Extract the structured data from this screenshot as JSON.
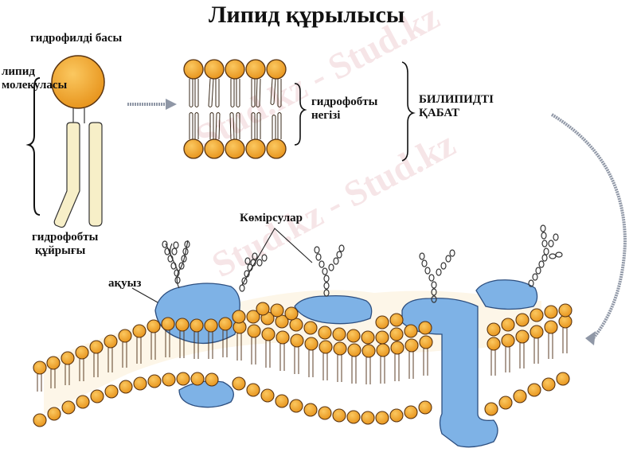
{
  "title": "Липид құрылысы",
  "labels": {
    "hydrophilic_head": "гидрофилді басы",
    "lipid_molecule_line1": "липид",
    "lipid_molecule_line2": "молекуласы",
    "hydrophobic_core_line1": "гидрофобты",
    "hydrophobic_core_line2": "негізі",
    "bilayer_line1": "БИЛИПИДТІ",
    "bilayer_line2": "ҚАБАТ",
    "hydrophobic_tail_line1": "гидрофобты",
    "hydrophobic_tail_line2": "құйрығы",
    "carbohydrates": "Көмірсулар",
    "protein": "ақуыз"
  },
  "watermark": "Stud.kz - Stud.kz",
  "colors": {
    "lipid_head": "#f0a530",
    "lipid_head_outline": "#5a3410",
    "tail_fill": "#f7efc8",
    "protein": "#7eb2e6",
    "protein_outline": "#2d4f80",
    "arrow": "#8f97a6"
  }
}
